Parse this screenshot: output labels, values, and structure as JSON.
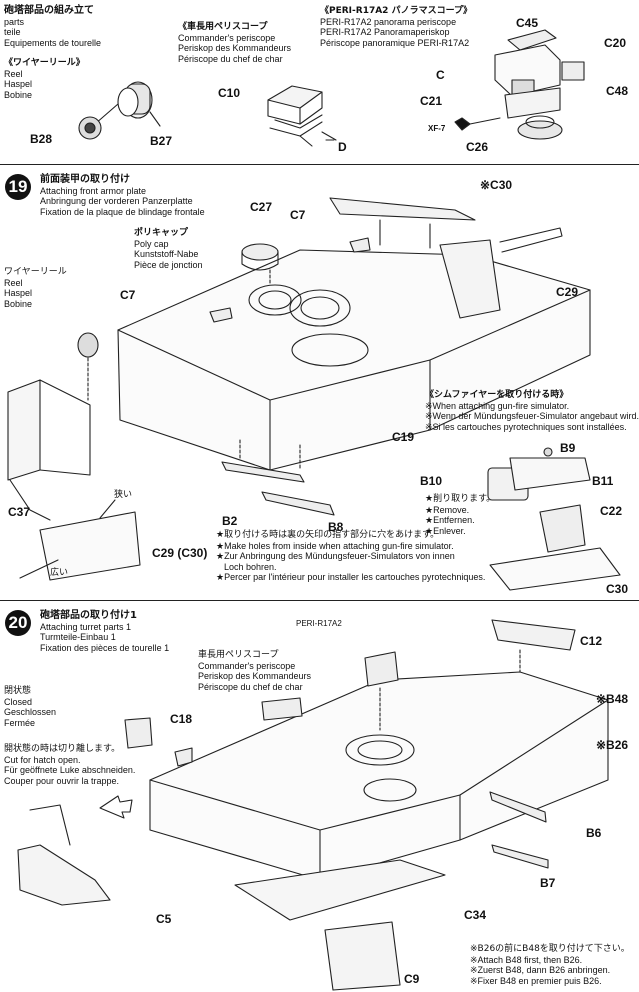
{
  "page_top": {
    "turret_title": [
      "砲塔部品の組み立て",
      "parts",
      "teile",
      "Equipements de tourelle"
    ],
    "reel": [
      "《ワイヤーリール》",
      "Reel",
      "Haspel",
      "Bobine"
    ],
    "commander": [
      "《車長用ペリスコープ",
      "Commander's periscope",
      "Periskop des Kommandeurs",
      "Périscope du chef de char"
    ],
    "panorama": [
      "《PERI-R17A2 パノラマスコープ》",
      "PERI-R17A2 panorama periscope",
      "PERI-R17A2 Panoramaperiskop",
      "Périscope panoramique PERI-R17A2"
    ],
    "labels": {
      "B28": "B28",
      "B27": "B27",
      "C10": "C10",
      "D": "D",
      "C45": "C45",
      "C20": "C20",
      "C": "C",
      "C21": "C21",
      "C48": "C48",
      "XF7": "XF-7",
      "C26": "C26"
    }
  },
  "step19": {
    "number": "19",
    "title": [
      "前面装甲の取り付け",
      "Attaching front armor plate",
      "Anbringung der vorderen Panzerplatte",
      "Fixation de la plaque de blindage frontale"
    ],
    "polycap": [
      "ポリキャップ",
      "Poly cap",
      "Kunststoff-Nabe",
      "Pièce de jonction"
    ],
    "reel": [
      "ワイヤーリール",
      "Reel",
      "Haspel",
      "Bobine"
    ],
    "simulator": [
      "《シムファイヤーを取り付ける時》",
      "※When attaching gun-fire simulator.",
      "※Wenn der Mündungsfeuer-Simulator angebaut wird.",
      "※Si les cartouches pyrotechniques sont installées."
    ],
    "remove": [
      "★削り取ります。",
      "★Remove.",
      "★Entfernen.",
      "★Enlever."
    ],
    "holes": [
      "★取り付ける時は裏の矢印の指す部分に穴をあけます。",
      "★Make holes from inside when attaching gun-fire simulator.",
      "★Zur Anbringung des Mündungsfeuer-Simulators von innen",
      "Loch bohren.",
      "★Percer par l'intérieur pour installer les cartouches pyrotechniques."
    ],
    "narrow": "狭い",
    "wide": "広い",
    "labels": {
      "C30top": "※C30",
      "C27": "C27",
      "C7a": "C7",
      "C7b": "C7",
      "C29": "C29",
      "C19": "C19",
      "C37": "C37",
      "B2": "B2",
      "B8": "B8",
      "C29C30": "C29 (C30)",
      "B9": "B9",
      "B10": "B10",
      "B11": "B11",
      "C22": "C22",
      "C30bot": "C30"
    }
  },
  "step20": {
    "number": "20",
    "title": [
      "砲塔部品の取り付け1",
      "Attaching turret parts 1",
      "Turmteile-Einbau 1",
      "Fixation des pièces de tourelle 1"
    ],
    "commander": [
      "車長用ペリスコープ",
      "Commander's periscope",
      "Periskop des Kommandeurs",
      "Périscope du chef de char"
    ],
    "closed": [
      "閉状態",
      "Closed",
      "Geschlossen",
      "Fermée"
    ],
    "hatch_open": [
      "開状態の時は切り離します。",
      "Cut for hatch open.",
      "Für geöffnete Luke abschneiden.",
      "Couper pour ouvrir la trappe."
    ],
    "peri": "PERI-R17A2",
    "b26_note": [
      "※B26の前にB48を取り付けて下さい。",
      "※Attach B48 first, then B26.",
      "※Zuerst B48, dann B26 anbringen.",
      "※Fixer B48 en premier puis B26."
    ],
    "labels": {
      "C12": "C12",
      "B48": "※B48",
      "B26": "※B26",
      "C18": "C18",
      "B6": "B6",
      "B7": "B7",
      "C5": "C5",
      "C34": "C34",
      "C9": "C9"
    }
  }
}
